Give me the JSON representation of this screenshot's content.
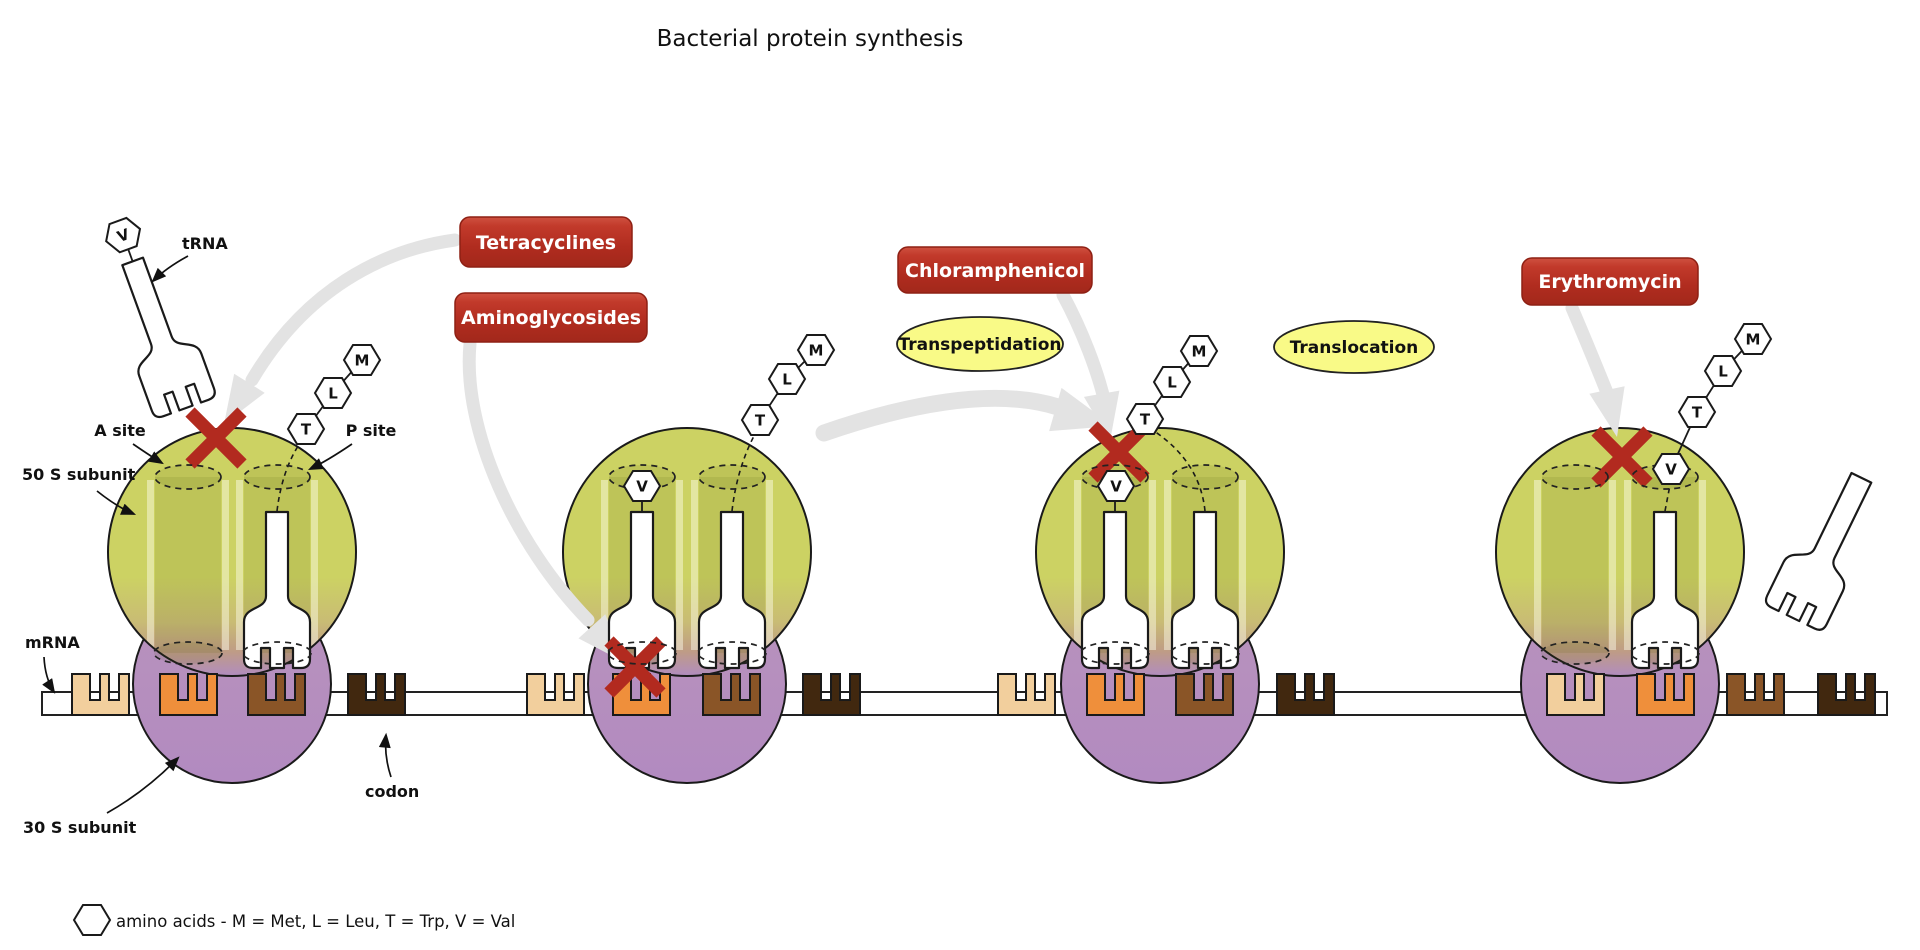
{
  "title": "Bacterial protein synthesis",
  "annotations": {
    "trna": "tRNA",
    "a_site": "A site",
    "p_site": "P site",
    "subunit_50s": "50 S subunit",
    "mrna": "mRNA",
    "subunit_30s": "30 S subunit",
    "codon": "codon"
  },
  "drugs": {
    "tetracyclines": "Tetracyclines",
    "aminoglycosides": "Aminoglycosides",
    "chloramphenicol": "Chloramphenicol",
    "erythromycin": "Erythromycin"
  },
  "processes": {
    "transpeptidation": "Transpeptidation",
    "translocation": "Translocation"
  },
  "amino_letters": {
    "m": "M",
    "l": "L",
    "t": "T",
    "v": "V"
  },
  "legend": {
    "text": "amino acids - M = Met, L = Leu, T = Trp, V = Val"
  },
  "colors": {
    "ribosome_50s": "#ccd263",
    "ribosome_30s": "#b28ac0",
    "codon_tan": "#f2cf9d",
    "codon_orange": "#ef8f3b",
    "codon_brown": "#8a5527",
    "codon_dark": "#41280f",
    "badge_red": "#b02c1f",
    "process_yellow": "#f9fa87",
    "inhibit_x": "#b22a1f",
    "arrow_gray": "#e3e3e3",
    "outline": "#1a1a1a"
  }
}
